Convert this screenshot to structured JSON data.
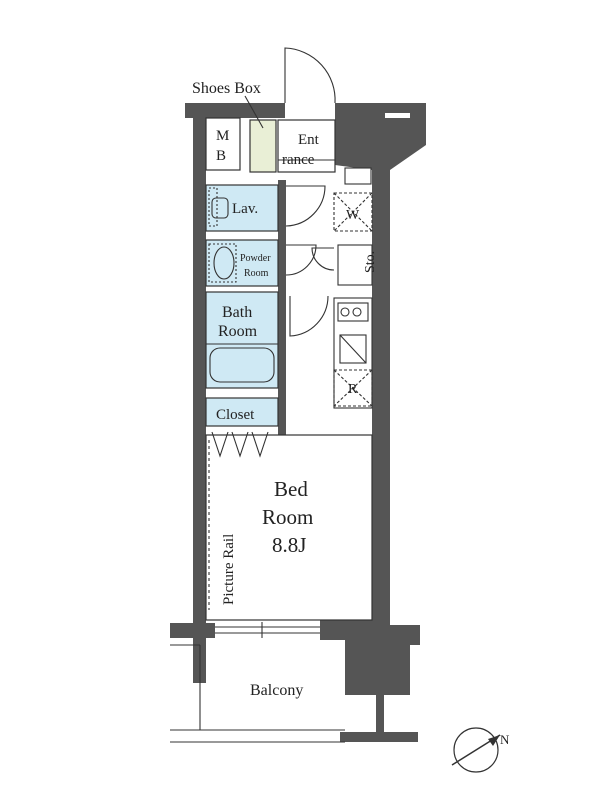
{
  "labels": {
    "shoes_box": "Shoes Box",
    "mb_1": "M",
    "mb_2": "B",
    "entrance_1": "Ent",
    "entrance_2": "rance",
    "lav": "Lav.",
    "w": "W",
    "powder_room_1": "Powder",
    "powder_room_2": "Room",
    "sto": "Sto.",
    "bath_room_1": "Bath",
    "bath_room_2": "Room",
    "r": "R",
    "closet": "Closet",
    "picture_rail": "Picture Rail",
    "bed_room_1": "Bed",
    "bed_room_2": "Room",
    "bed_room_3": "8.8J",
    "balcony": "Balcony",
    "north": "N"
  },
  "colors": {
    "wall": "#555555",
    "wet_area": "#cfe9f4",
    "shoes_box": "#e9efd6",
    "floor": "#ffffff",
    "line": "#333333"
  }
}
